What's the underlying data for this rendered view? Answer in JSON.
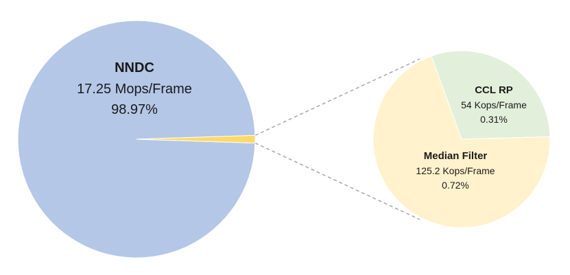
{
  "chart_data": {
    "type": "pie",
    "variant": "pie-of-pie",
    "slices": [
      {
        "name": "NNDC",
        "amount": "17.25 Mops/Frame",
        "percent": "98.97%",
        "value": 98.97,
        "color": "#b4c7e7"
      },
      {
        "name": "Median Filter",
        "amount": "125.2 Kops/Frame",
        "percent": "0.72%",
        "value": 0.72,
        "color": "#fff2cc"
      },
      {
        "name": "CCL RP",
        "amount": "54 Kops/Frame",
        "percent": "0.31%",
        "value": 0.31,
        "color": "#e2efda"
      }
    ],
    "combined_slice_color": "#ffd966",
    "connector_color": "#a6a6a6",
    "legend": false
  }
}
